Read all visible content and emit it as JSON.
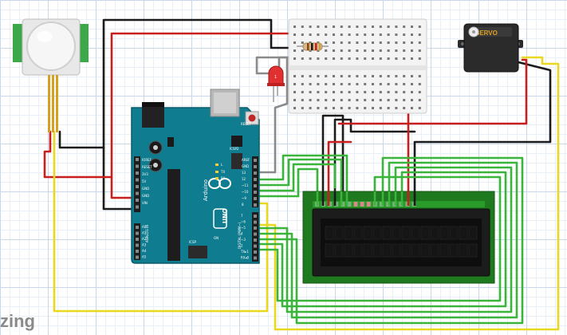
{
  "colors": {
    "wire_black": "#1a1a1a",
    "wire_red": "#c81e1e",
    "wire_yellow": "#e8d820",
    "wire_green": "#3ab43a",
    "wire_gray": "#8a8a8a",
    "arduino_blue": "#0f7c8f",
    "lcd_green": "#1f7a1f",
    "sensor_green": "#3ca84a"
  },
  "components": {
    "pir_sensor": "pir-sensor",
    "breadboard": "breadboard",
    "resistor": "resistor",
    "led": "red-led",
    "servo": "servo-motor",
    "arduino": "arduino-uno",
    "lcd": "lcd-16x2"
  },
  "labels": {
    "servo": "SERVO",
    "led_pin": "1",
    "uno": "UNO",
    "arduino": "Arduino",
    "reset": "RESET",
    "icsp": "ICSP",
    "icsp2": "ICSP2",
    "tx": "TX",
    "rx": "RX",
    "l": "L",
    "on": "ON",
    "digital": "DIGITAL (PWM~)",
    "analog": "ANALOG IN",
    "power_pins": [
      "IOREF",
      "RESET",
      "3V3",
      "5V",
      "GND",
      "GND",
      "VIN"
    ],
    "analog_pins": [
      "A0",
      "A1",
      "A2",
      "A3",
      "A4",
      "A5"
    ],
    "top_pins": [
      "AREF",
      "GND",
      "13",
      "12",
      "~11",
      "~10",
      "~9",
      "8"
    ],
    "bottom_pins": [
      "7",
      "~6",
      "~5",
      "4",
      "~3",
      "2",
      "TX▸1",
      "RX◂0"
    ],
    "watermark": "zing"
  }
}
